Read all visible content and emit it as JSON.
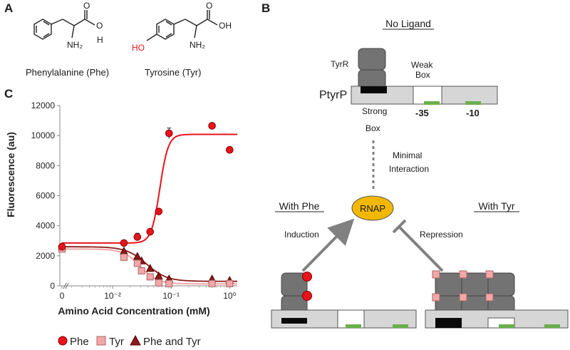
{
  "panels": {
    "A": "A",
    "B": "B",
    "C": "C"
  },
  "panel_a": {
    "phe_label": "Phenylalanine (Phe)",
    "tyr_label": "Tyrosine (Tyr)",
    "phe_atoms": {
      "o": "O",
      "oh": "O",
      "h": "H",
      "nh2": "NH₂"
    },
    "tyr_atoms": {
      "o": "O",
      "oh": "OH",
      "ho": "HO",
      "nh2": "NH₂"
    }
  },
  "panel_b": {
    "no_ligand": "No Ligand",
    "tyrr": "TyrR",
    "weak_box_1": "Weak",
    "weak_box_2": "Box",
    "ptyrp": "PtyrP",
    "strong_box_1": "Strong",
    "strong_box_2": "Box",
    "minus35": "-35",
    "minus10": "-10",
    "minimal_1": "Minimal",
    "minimal_2": "Interaction",
    "rnap": "RNAP",
    "with_phe": "With Phe",
    "with_tyr": "With Tyr",
    "induction": "Induction",
    "repression": "Repression",
    "colors": {
      "protein": "#737373",
      "rnap": "#f2b800",
      "phe": "#e8141c",
      "tyr": "#f4a7a7",
      "box": "#6ab04c"
    }
  },
  "chart_data": {
    "type": "scatter",
    "xscale": "log",
    "xlabel": "Amino Acid Concentration (mM)",
    "ylabel": "Fluorescence (au)",
    "ylim": [
      0,
      12000
    ],
    "yticks": [
      0,
      2000,
      4000,
      6000,
      8000,
      10000,
      12000
    ],
    "xtick_labels": [
      "0",
      "10⁻²",
      "10⁻¹",
      "10⁰"
    ],
    "legend_placement": "bottom",
    "series": [
      {
        "name": "Phe",
        "marker": "circle",
        "color": "#e8141c",
        "points": [
          [
            0,
            2600
          ],
          [
            0.0156,
            2850
          ],
          [
            0.0265,
            3250
          ],
          [
            0.0438,
            3600
          ],
          [
            0.0614,
            4950
          ],
          [
            0.0921,
            10150
          ],
          [
            0.5,
            10650
          ],
          [
            1.0,
            9050
          ]
        ],
        "errors": [
          [
            0.0265,
            250
          ],
          [
            0.0438,
            150
          ],
          [
            0.0921,
            350
          ]
        ]
      },
      {
        "name": "Tyr",
        "marker": "square",
        "color": "#f4a7a7",
        "points": [
          [
            0,
            2450
          ],
          [
            0.0156,
            1900
          ],
          [
            0.0265,
            1500
          ],
          [
            0.0312,
            1000
          ],
          [
            0.0438,
            600
          ],
          [
            0.0614,
            200
          ],
          [
            0.0921,
            150
          ],
          [
            0.5,
            150
          ],
          [
            1.0,
            150
          ]
        ]
      },
      {
        "name": "Phe and Tyr",
        "marker": "triangle",
        "color": "#8b1a1a",
        "points": [
          [
            0,
            2600
          ],
          [
            0.0156,
            2300
          ],
          [
            0.0265,
            1950
          ],
          [
            0.0312,
            1650
          ],
          [
            0.0438,
            1150
          ],
          [
            0.0614,
            650
          ],
          [
            0.0921,
            450
          ],
          [
            0.5,
            450
          ],
          [
            1.0,
            350
          ]
        ]
      }
    ]
  },
  "legend": {
    "phe": "Phe",
    "tyr": "Tyr",
    "both": "Phe and Tyr"
  }
}
